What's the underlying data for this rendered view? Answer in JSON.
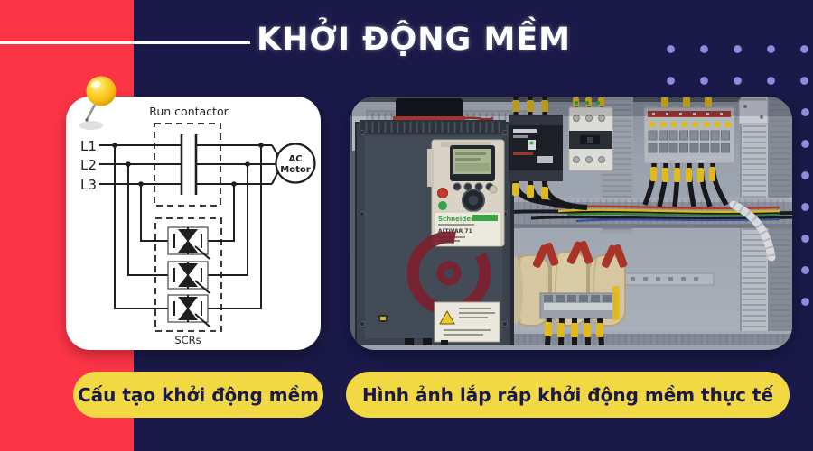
{
  "header": {
    "title": "KHỞI ĐỘNG MỀM"
  },
  "diagram": {
    "run_contactor_label": "Run contactor",
    "phases": [
      "L1",
      "L2",
      "L3"
    ],
    "motor_line1": "AC",
    "motor_line2": "Motor",
    "scrs_label": "SCRs"
  },
  "photo": {
    "brand_label": "Schneider",
    "model_label": "ALTIVAR 71"
  },
  "captions": {
    "left": "Cấu tạo khởi động mềm",
    "right": "Hình ảnh lắp ráp khởi động mềm thực tế"
  },
  "colors": {
    "background_navy": "#1a1947",
    "accent_red": "#fb3546",
    "caption_yellow": "#f2d843",
    "dot_lavender": "#8f8ce0",
    "title_white": "#ffffff"
  }
}
